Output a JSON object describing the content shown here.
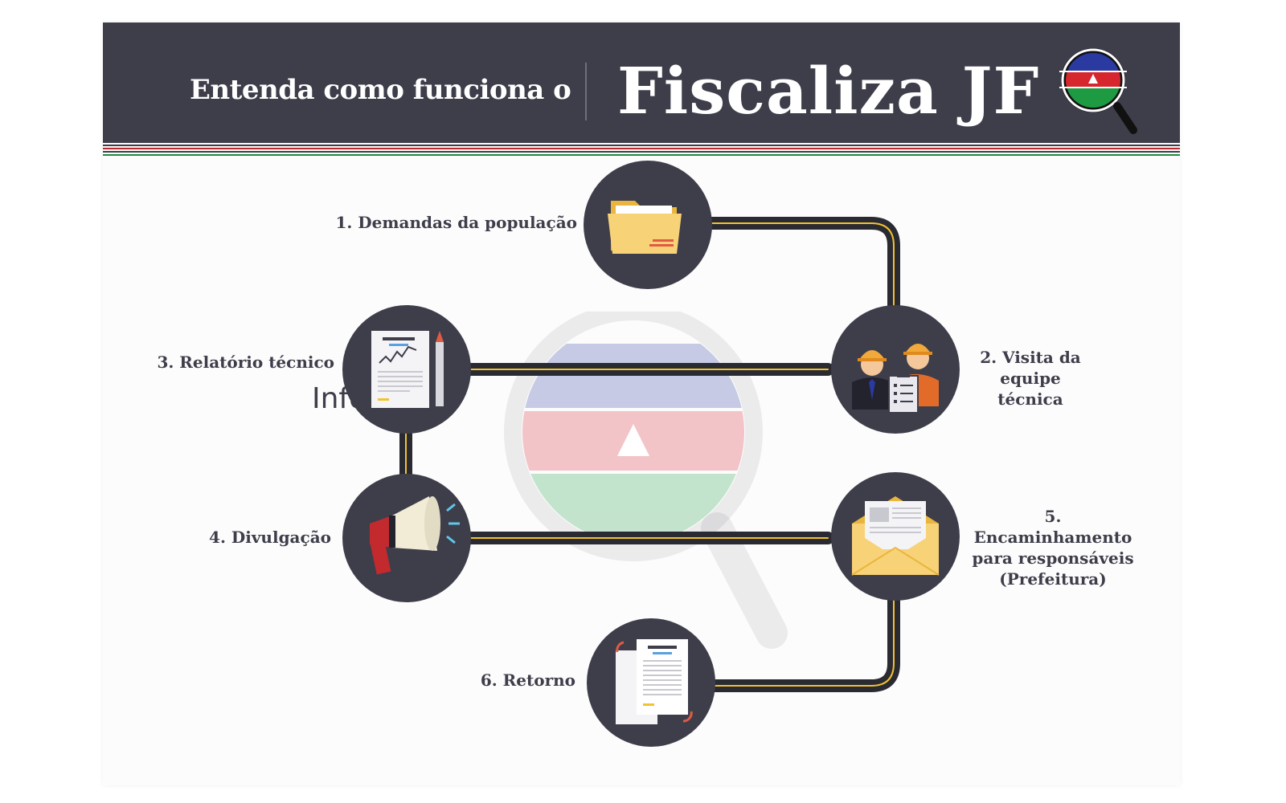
{
  "header": {
    "subtitle": "Entenda como funciona o",
    "title": "Fiscaliza JF",
    "logo_icon": "magnifier-flag-icon"
  },
  "colors": {
    "dark": "#3e3e4b",
    "road_line": "#f2c230",
    "flag_blue": "#2a3aa0",
    "flag_red": "#d6262e",
    "flag_green": "#1e9a43"
  },
  "steps": [
    {
      "label": "1. Demandas da população",
      "icon": "folder-icon"
    },
    {
      "label": "2. Visita da equipe técnica",
      "icon": "engineers-icon"
    },
    {
      "label": "3. Relatório técnico",
      "icon": "report-document-icon"
    },
    {
      "label": "4. Divulgação",
      "icon": "megaphone-icon"
    },
    {
      "label": "5. Encaminhamento para responsáveis (Prefeitura)",
      "icon": "envelope-icon"
    },
    {
      "label": "6. Retorno",
      "icon": "documents-return-icon"
    }
  ],
  "stray_text": "Info"
}
